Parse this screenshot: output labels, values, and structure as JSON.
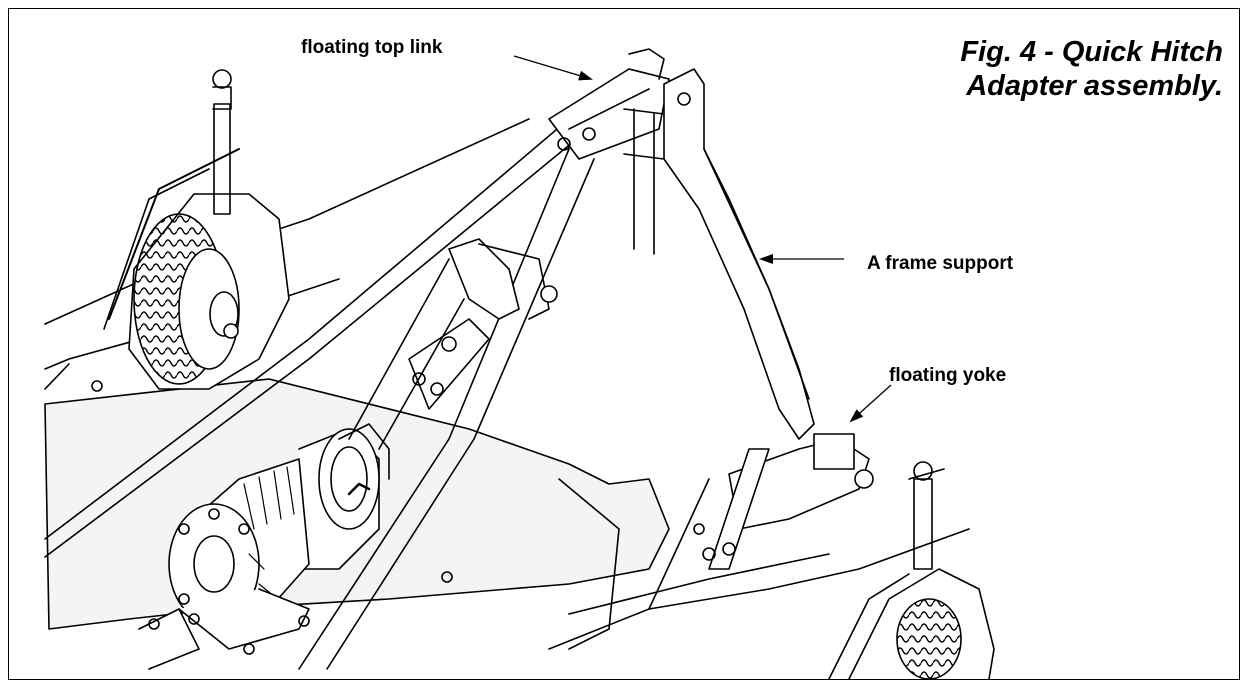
{
  "caption": {
    "line1": "Fig. 4 - Quick Hitch",
    "line2": "Adapter assembly."
  },
  "callouts": {
    "top_link": "floating top link",
    "a_frame": "A frame support",
    "yoke": "floating yoke"
  },
  "colors": {
    "line": "#000000",
    "background": "#ffffff",
    "shade": "#dcdcdc"
  }
}
